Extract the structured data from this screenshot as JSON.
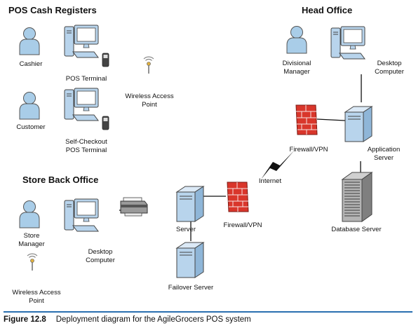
{
  "sections": {
    "pos_registers": "POS Cash Registers",
    "head_office": "Head Office",
    "back_office": "Store Back Office"
  },
  "labels": {
    "cashier": "Cashier",
    "pos_terminal": "POS Terminal",
    "wap_1": [
      "Wireless Access",
      "Point"
    ],
    "customer": "Customer",
    "self_checkout": [
      "Self-Checkout",
      "POS Terminal"
    ],
    "divisional_manager": [
      "Divisional",
      "Manager"
    ],
    "desktop_head": [
      "Desktop",
      "Computer"
    ],
    "firewall_head": "Firewall/VPN",
    "app_server": [
      "Application",
      "Server"
    ],
    "internet": "Internet",
    "database_server": "Database Server",
    "store_manager": [
      "Store",
      "Manager"
    ],
    "desktop_back": [
      "Desktop",
      "Computer"
    ],
    "server": "Server",
    "firewall_store": "Firewall/VPN",
    "failover_server": "Failover Server",
    "wap_2": [
      "Wireless Access",
      "Point"
    ]
  },
  "caption": {
    "number": "Figure 12.8",
    "text": "Deployment diagram for the AgileGrocers POS system"
  },
  "colors": {
    "person": "#a9cde8",
    "device": "#b8d4ec",
    "screen": "#ffffff",
    "firewall": "#d9362b",
    "caption_rule": "#2a6fb0",
    "lightning": "#111111"
  },
  "icons": {
    "person": "person-icon",
    "computer": "desktop-computer-icon",
    "handheld": "card-reader-icon",
    "antenna": "wireless-antenna-icon",
    "firewall": "brick-firewall-icon",
    "server": "server-tower-icon",
    "rack": "server-rack-icon",
    "printer": "printer-icon"
  }
}
